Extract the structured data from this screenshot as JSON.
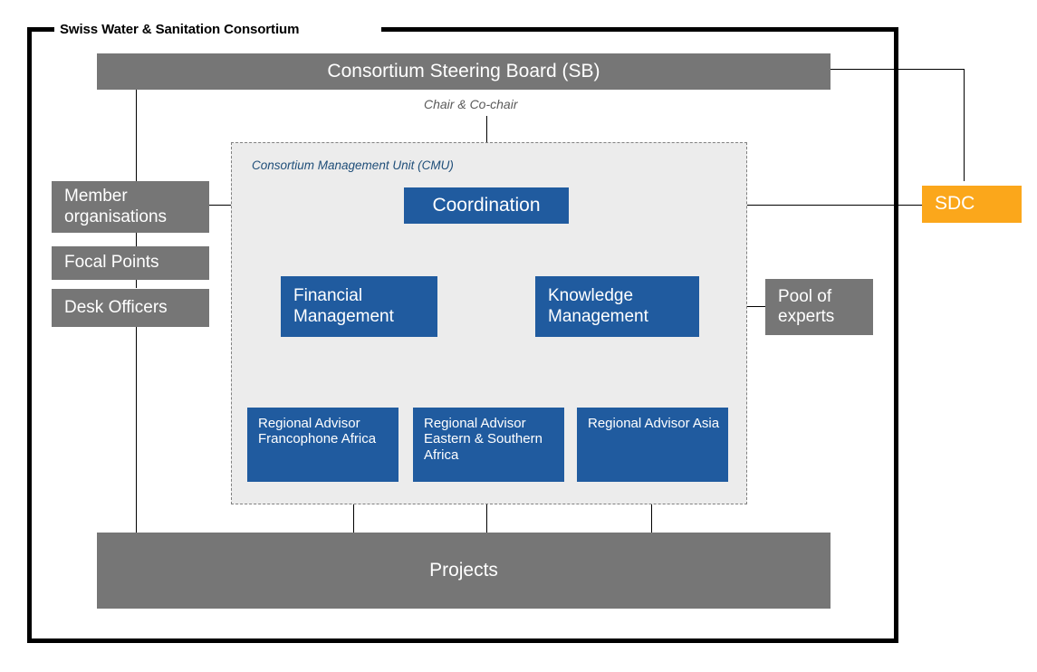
{
  "diagram": {
    "title": "Swiss Water & Sanitation Consortium",
    "steering_board": "Consortium Steering Board (SB)",
    "chair_note": "Chair & Co-chair",
    "cmu_label": "Consortium Management Unit (CMU)",
    "projects": "Projects",
    "sdc": "SDC",
    "pool_of_experts": "Pool of experts",
    "left_column": [
      {
        "label": "Member organisations"
      },
      {
        "label": "Focal Points"
      },
      {
        "label": "Desk Officers"
      }
    ],
    "cmu_units": [
      {
        "label": "Coordination"
      },
      {
        "label": "Financial Management"
      },
      {
        "label": "Knowledge Management"
      }
    ],
    "regional_advisors": [
      {
        "label": "Regional Advisor Francophone Africa"
      },
      {
        "label": "Regional Advisor Eastern & Southern Africa"
      },
      {
        "label": "Regional Advisor Asia"
      }
    ],
    "colors": {
      "gray": "#767676",
      "blue": "#205B9F",
      "orange": "#FBA71B",
      "cmu_fill": "#ECECEC",
      "cmu_border": "#808080",
      "cmu_text": "#1F4E79",
      "frame": "#000000",
      "chair_text": "#5A5A5A"
    }
  }
}
